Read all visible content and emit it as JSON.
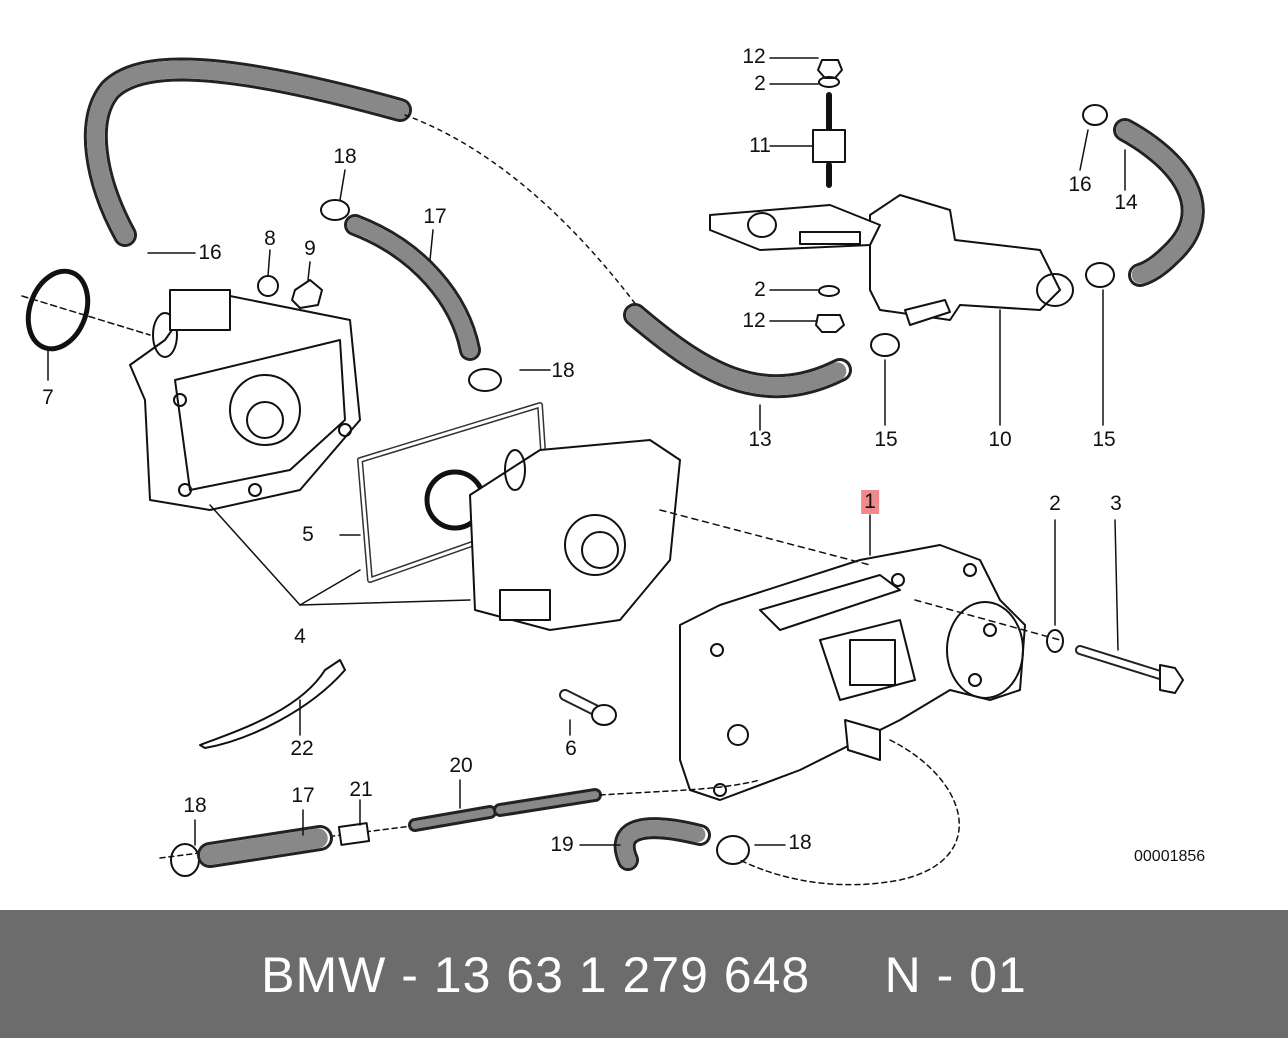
{
  "diagram": {
    "labels": [
      "12",
      "2",
      "11",
      "2",
      "12",
      "16",
      "14",
      "18",
      "17",
      "16",
      "8",
      "9",
      "7",
      "18",
      "13",
      "15",
      "10",
      "15",
      "5",
      "1",
      "2",
      "3",
      "4",
      "6",
      "22",
      "18",
      "17",
      "21",
      "20",
      "19",
      "18"
    ],
    "ref_code": "00001856"
  },
  "footer": {
    "text": "BMW - 13 63 1 279 648     N - 01"
  },
  "colors": {
    "footer_bg": "#6c6c6c",
    "highlight": "#f08a8a"
  }
}
